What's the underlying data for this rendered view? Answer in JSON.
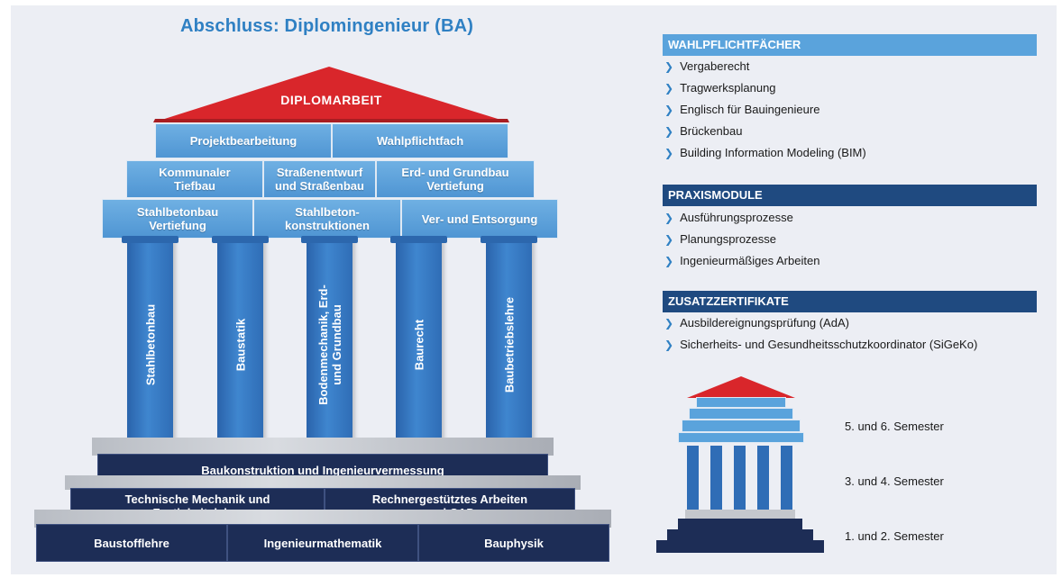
{
  "title": "Abschluss: Diplomingenieur (BA)",
  "roof": "DIPLOMARBEIT",
  "upper_rows": [
    [
      "Projektbearbeitung",
      "Wahlpflichtfach"
    ],
    [
      "Kommunaler\nTiefbau",
      "Straßenentwurf\nund Straßenbau",
      "Erd- und Grundbau\nVertiefung"
    ],
    [
      "Stahlbetonbau\nVertiefung",
      "Stahlbeton-\nkonstruktionen",
      "Ver- und Entsorgung"
    ]
  ],
  "columns": [
    "Stahlbetonbau",
    "Baustatik",
    "Bodenmechanik, Erd-\nund Grundbau",
    "Baurecht",
    "Baubetriebslehre"
  ],
  "base_rows": [
    [
      "Baukonstruktion und Ingenieurvermessung"
    ],
    [
      "Technische Mechanik und\nFestigkeitslehre",
      "Rechnergestütztes Arbeiten\nund CAD"
    ],
    [
      "Baustofflehre",
      "Ingenieurmathematik",
      "Bauphysik"
    ]
  ],
  "sections": [
    {
      "heading": "WAHLPFLICHTFÄCHER",
      "color": "#5aa3dc",
      "items": [
        "Vergaberecht",
        "Tragwerksplanung",
        "Englisch für Bauingenieure",
        "Brückenbau",
        "Building Information Modeling (BIM)"
      ]
    },
    {
      "heading": "PRAXISMODULE",
      "color": "#1f4a80",
      "items": [
        "Ausführungsprozesse",
        "Planungsprozesse",
        "Ingenieurmäßiges Arbeiten"
      ]
    },
    {
      "heading": "ZUSATZZERTIFIKATE",
      "color": "#1f4a80",
      "items": [
        "Ausbildereignungsprüfung (AdA)",
        "Sicherheits- und Gesundheitsschutzkoordinator  (SiGeKo)"
      ]
    }
  ],
  "semester_labels": [
    "5. und 6. Semester",
    "3. und 4. Semester",
    "1. und 2. Semester"
  ],
  "colors": {
    "title_blue": "#2f80c3",
    "roof_red": "#d9262b",
    "block_light_blue": "#5aa3dc",
    "column_blue": "#2f6db6",
    "base_navy": "#1d2d56",
    "step_grey": "#c4c7cd"
  },
  "icons": {
    "bullet": "chevron-right-icon"
  }
}
